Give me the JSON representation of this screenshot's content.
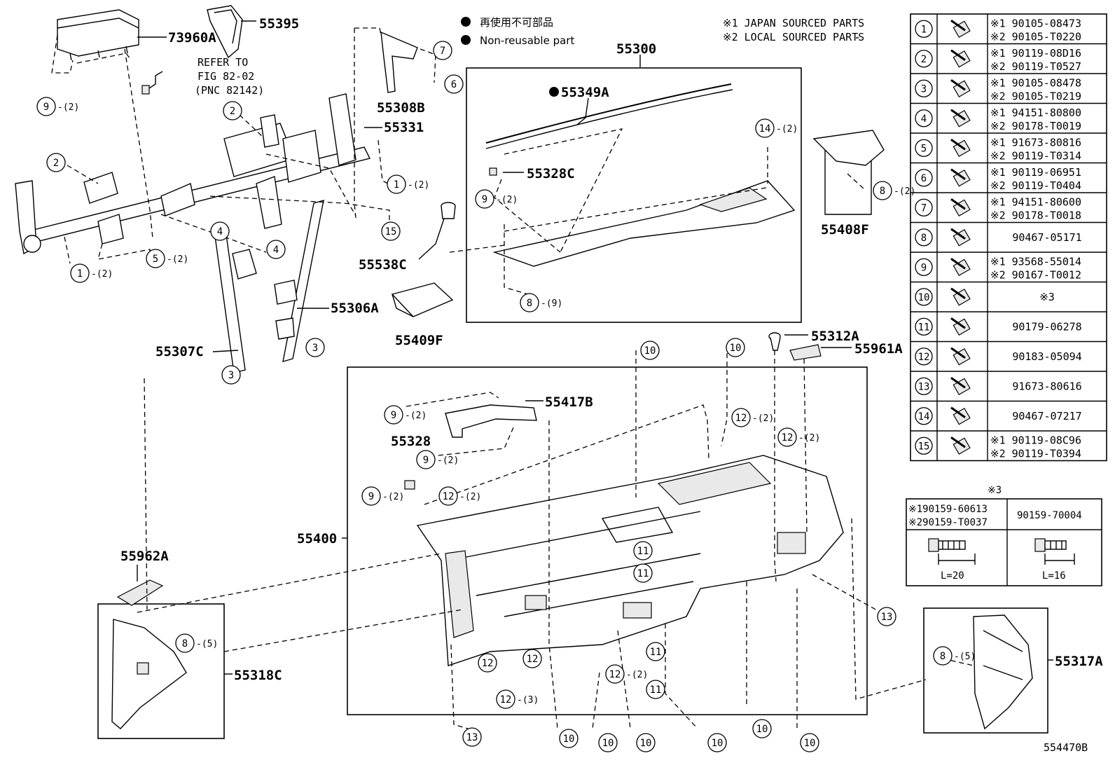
{
  "legend": {
    "japanese": "再使用不可部品",
    "english": "Non-reusable part",
    "note1": "※1 JAPAN SOURCED PARTS",
    "note2": "※2 LOCAL SOURCED PARTS"
  },
  "refer": [
    "REFER TO",
    "FIG 82-02",
    "(PNC 82142)"
  ],
  "part_labels": {
    "p73960A": "73960A",
    "p55395": "55395",
    "p55308B": "55308B",
    "p55331": "55331",
    "p55300": "55300",
    "p55349A": "55349A",
    "p55328C": "55328C",
    "p55408F": "55408F",
    "p55538C": "55538C",
    "p55409F": "55409F",
    "p55306A": "55306A",
    "p55307C": "55307C",
    "p55312A": "55312A",
    "p55961A": "55961A",
    "p55417B": "55417B",
    "p55328": "55328",
    "p55400": "55400",
    "p55962A": "55962A",
    "p55318C": "55318C",
    "p55317A": "55317A"
  },
  "fasteners": [
    {
      "no": "1",
      "jp": "※1 90105-08473",
      "local": "※2 90105-T0220"
    },
    {
      "no": "2",
      "jp": "※1 90119-08D16",
      "local": "※2 90119-T0527"
    },
    {
      "no": "3",
      "jp": "※1 90105-08478",
      "local": "※2 90105-T0219"
    },
    {
      "no": "4",
      "jp": "※1 94151-80800",
      "local": "※2 90178-T0019"
    },
    {
      "no": "5",
      "jp": "※1 91673-80816",
      "local": "※2 90119-T0314"
    },
    {
      "no": "6",
      "jp": "※1 90119-06951",
      "local": "※2 90119-T0404"
    },
    {
      "no": "7",
      "jp": "※1 94151-80600",
      "local": "※2 90178-T0018"
    },
    {
      "no": "8",
      "single": "90467-05171"
    },
    {
      "no": "9",
      "jp": "※1 93568-55014",
      "local": "※2 90167-T0012"
    },
    {
      "no": "10",
      "single": "※3"
    },
    {
      "no": "11",
      "single": "90179-06278"
    },
    {
      "no": "12",
      "single": "90183-05094"
    },
    {
      "no": "13",
      "single": "91673-80616"
    },
    {
      "no": "14",
      "single": "90467-07217"
    },
    {
      "no": "15",
      "jp": "※1 90119-08C96",
      "local": "※2 90119-T0394"
    }
  ],
  "note3": {
    "title": "※3",
    "left_line1": "※190159-60613",
    "left_line2": "※290159-T0037",
    "right": "90159-70004",
    "left_length": "L=20",
    "right_length": "L=16"
  },
  "callouts": [
    {
      "num": "9",
      "qty": "-(2)"
    },
    {
      "num": "2",
      "qty": ""
    },
    {
      "num": "2",
      "qty": ""
    },
    {
      "num": "1",
      "qty": "-(2)"
    },
    {
      "num": "5",
      "qty": "-(2)"
    },
    {
      "num": "4",
      "qty": ""
    },
    {
      "num": "4",
      "qty": ""
    },
    {
      "num": "15",
      "qty": ""
    },
    {
      "num": "1",
      "qty": "-(2)"
    },
    {
      "num": "3",
      "qty": ""
    },
    {
      "num": "3",
      "qty": ""
    },
    {
      "num": "7",
      "qty": ""
    },
    {
      "num": "6",
      "qty": ""
    },
    {
      "num": "14",
      "qty": "-(2)"
    },
    {
      "num": "9",
      "qty": "-(2)"
    },
    {
      "num": "8",
      "qty": "-(2)"
    },
    {
      "num": "8",
      "qty": "-(9)"
    },
    {
      "num": "10",
      "qty": ""
    },
    {
      "num": "10",
      "qty": ""
    },
    {
      "num": "9",
      "qty": "-(2)"
    },
    {
      "num": "9",
      "qty": "-(2)"
    },
    {
      "num": "9",
      "qty": "-(2)"
    },
    {
      "num": "12",
      "qty": "-(2)"
    },
    {
      "num": "12",
      "qty": "-(2)"
    },
    {
      "num": "12",
      "qty": "-(2)"
    },
    {
      "num": "11",
      "qty": ""
    },
    {
      "num": "11",
      "qty": ""
    },
    {
      "num": "11",
      "qty": ""
    },
    {
      "num": "11",
      "qty": ""
    },
    {
      "num": "12",
      "qty": ""
    },
    {
      "num": "12",
      "qty": ""
    },
    {
      "num": "12",
      "qty": "-(2)"
    },
    {
      "num": "12",
      "qty": "-(3)"
    },
    {
      "num": "13",
      "qty": ""
    },
    {
      "num": "13",
      "qty": ""
    },
    {
      "num": "8",
      "qty": "-(5)"
    },
    {
      "num": "8",
      "qty": "-(5)"
    },
    {
      "num": "10",
      "qty": ""
    },
    {
      "num": "10",
      "qty": ""
    },
    {
      "num": "10",
      "qty": ""
    },
    {
      "num": "10",
      "qty": ""
    },
    {
      "num": "10",
      "qty": ""
    },
    {
      "num": "10",
      "qty": ""
    }
  ],
  "figure_id": "554470B"
}
